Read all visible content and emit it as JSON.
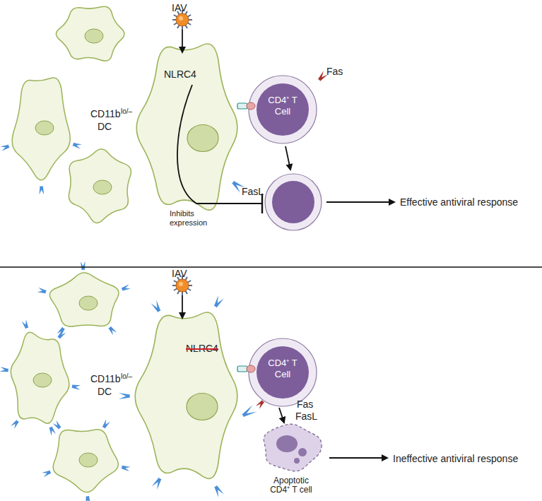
{
  "diagram": {
    "nodes": [
      {
        "text": [
          "NLRC4"
        ]
      },
      {
        "text": [
          "CD4⁺ T Cell"
        ]
      },
      {
        "text": [
          "NLRC4"
        ]
      },
      {
        "text": [
          "CD4⁺ T Cell"
        ]
      },
      {
        "text": [
          "Apoptotic CD4⁺ T cell"
        ]
      }
    ],
    "edges": [
      {
        "from": 3,
        "to": 4,
        "arrow": "to"
      }
    ],
    "labels": [
      "IAV",
      "CD11b",
      "lo/–",
      "DC",
      "Fas",
      "FasL",
      "Inhibits expression",
      "Effective antiviral response",
      "IAV",
      "CD11b",
      "lo/–",
      "DC",
      "Fas",
      "FasL",
      "Ineffective antiviral response"
    ]
  }
}
